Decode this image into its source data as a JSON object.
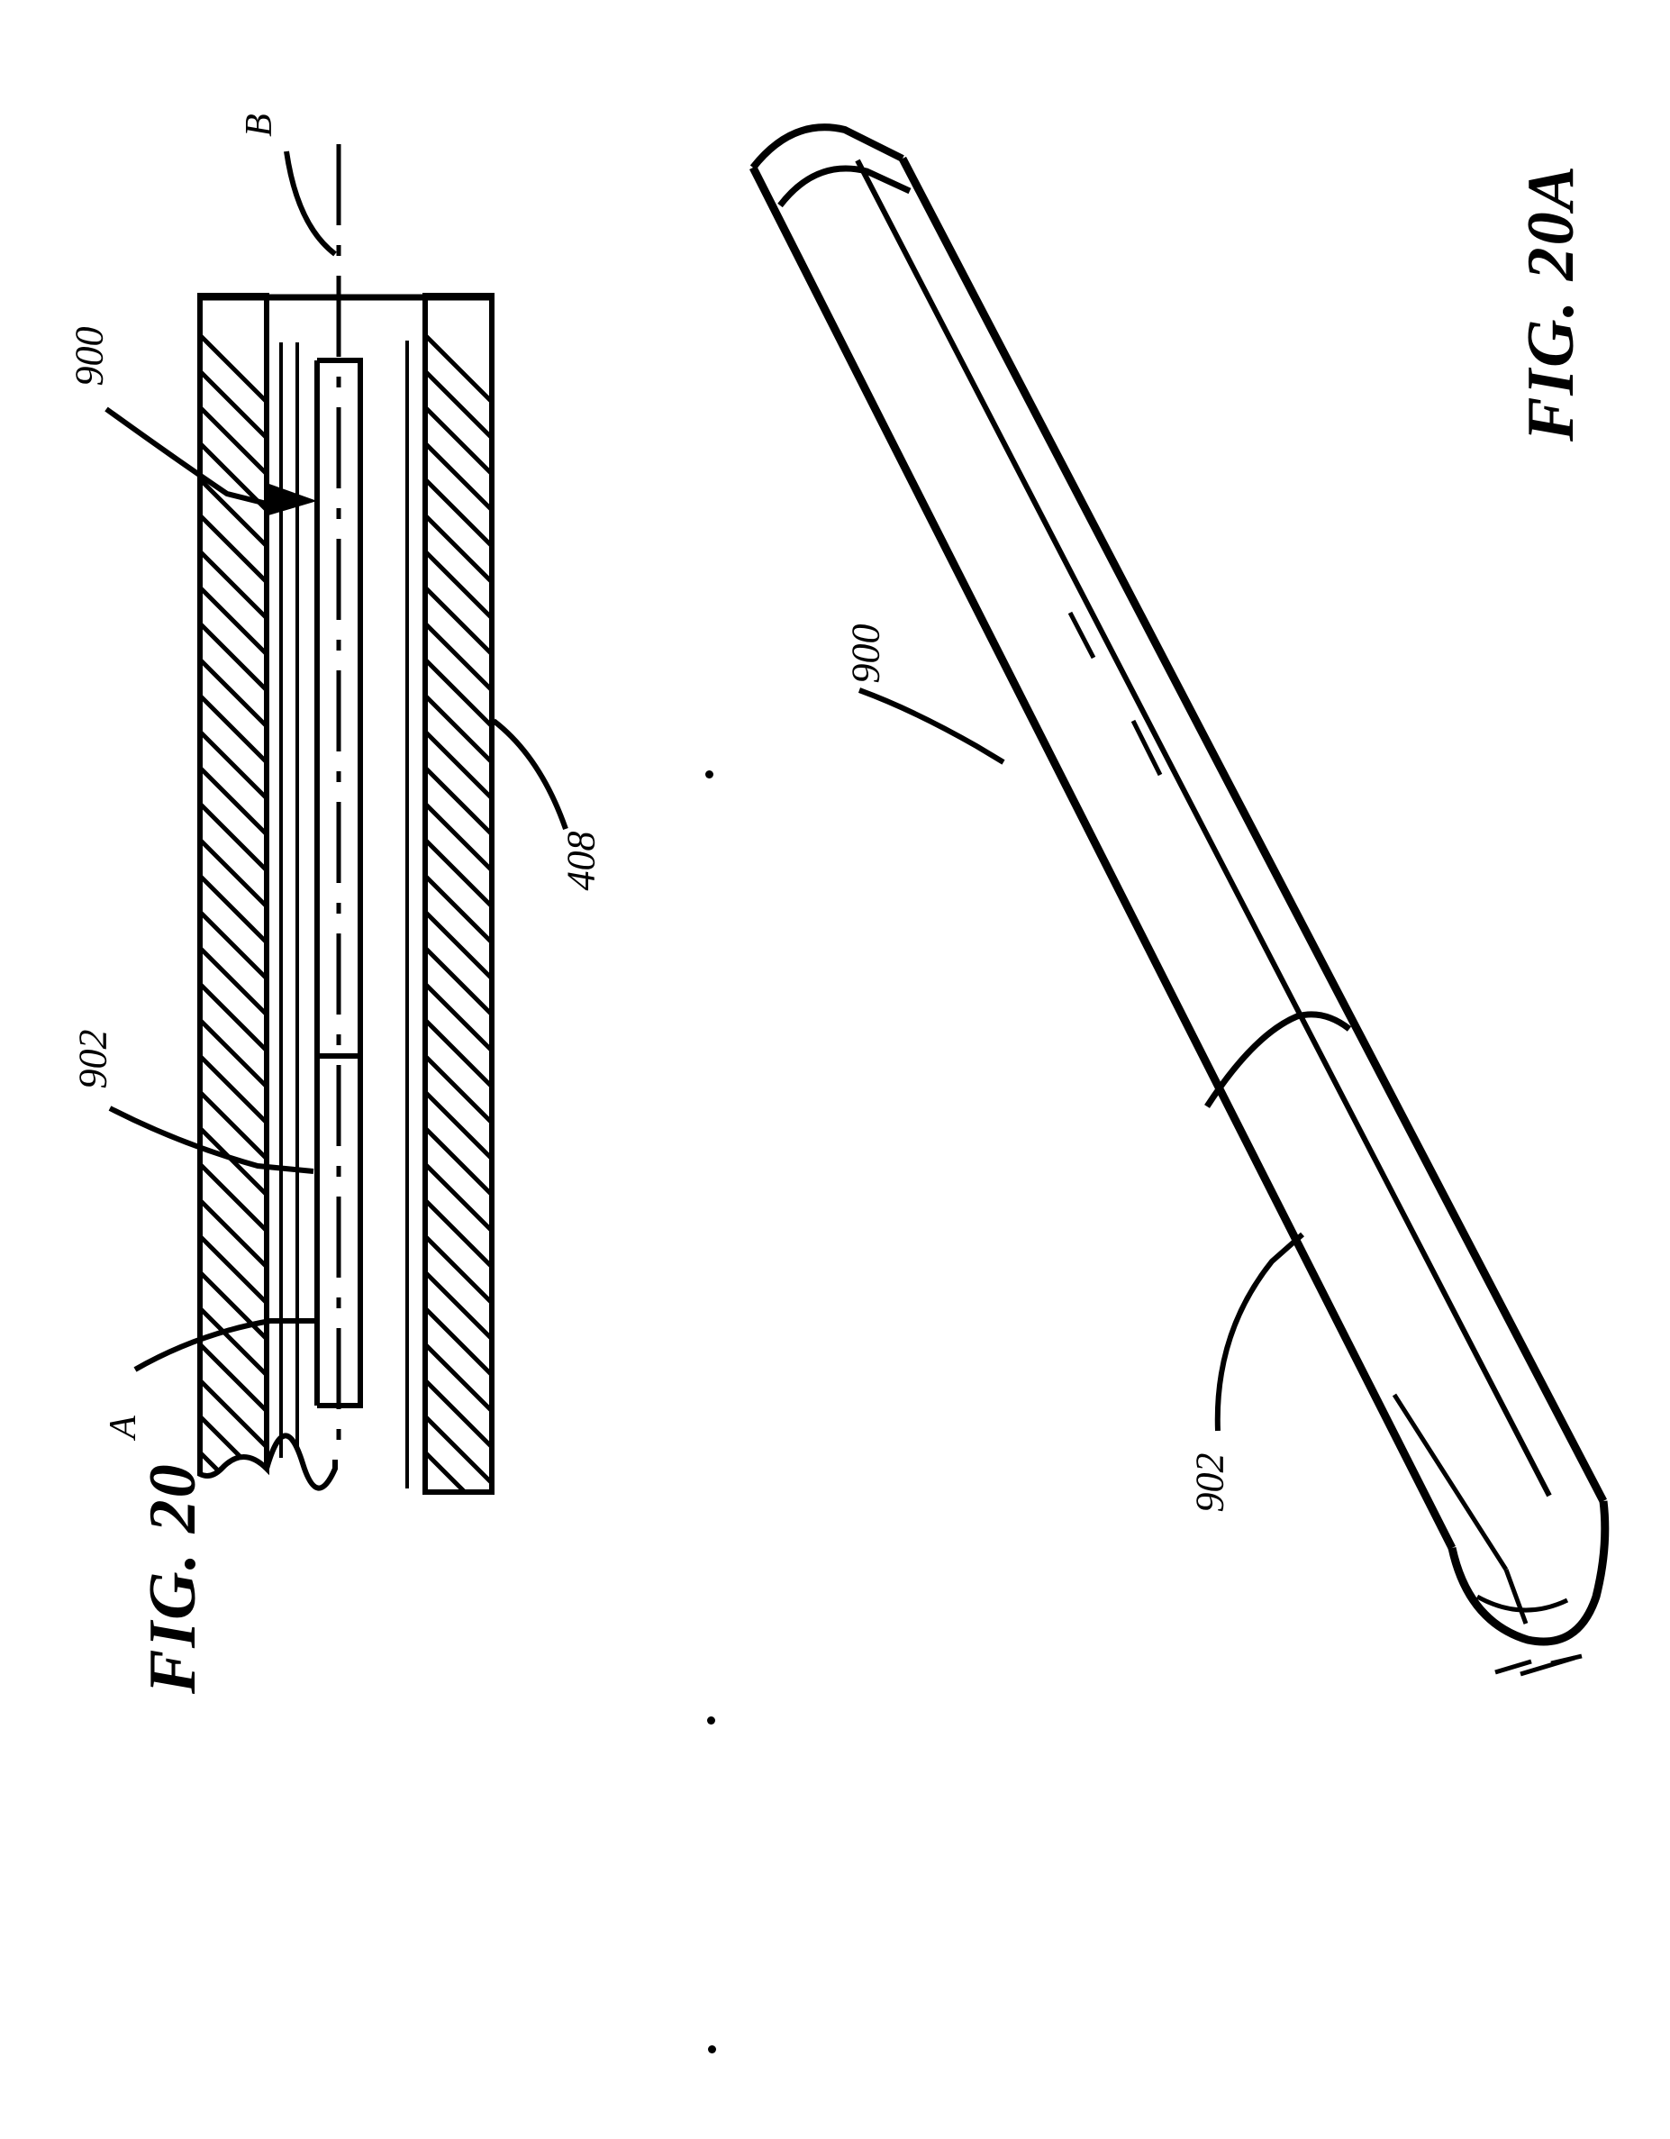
{
  "document": {
    "type": "patent-drawing-sheet",
    "background_color": "#ffffff",
    "ink_color": "#000000"
  },
  "figures": [
    {
      "id": "fig20",
      "caption": "FIG. 20",
      "view": "longitudinal cross-section of tube assembly",
      "caption_rotation_deg": -90,
      "labels": [
        {
          "name": "section-line-b",
          "text": "B",
          "rotation_deg": -90
        },
        {
          "name": "ref-900",
          "text": "900",
          "rotation_deg": -90
        },
        {
          "name": "ref-902",
          "text": "902",
          "rotation_deg": -90
        },
        {
          "name": "section-line-a",
          "text": "A",
          "rotation_deg": -90
        },
        {
          "name": "ref-408",
          "text": "408",
          "rotation_deg": -90
        }
      ]
    },
    {
      "id": "fig20a",
      "caption": "FIG. 20A",
      "view": "perspective view of cylindrical tube",
      "caption_rotation_deg": -90,
      "labels": [
        {
          "name": "ref-900",
          "text": "900",
          "rotation_deg": -90
        },
        {
          "name": "ref-902",
          "text": "902",
          "rotation_deg": -90
        }
      ]
    }
  ],
  "fig20": {
    "caption": "FIG. 20",
    "label_b": "B",
    "label_900": "900",
    "label_902": "902",
    "label_a": "A",
    "label_408": "408"
  },
  "fig20a": {
    "caption": "FIG. 20A",
    "label_900": "900",
    "label_902": "902"
  }
}
